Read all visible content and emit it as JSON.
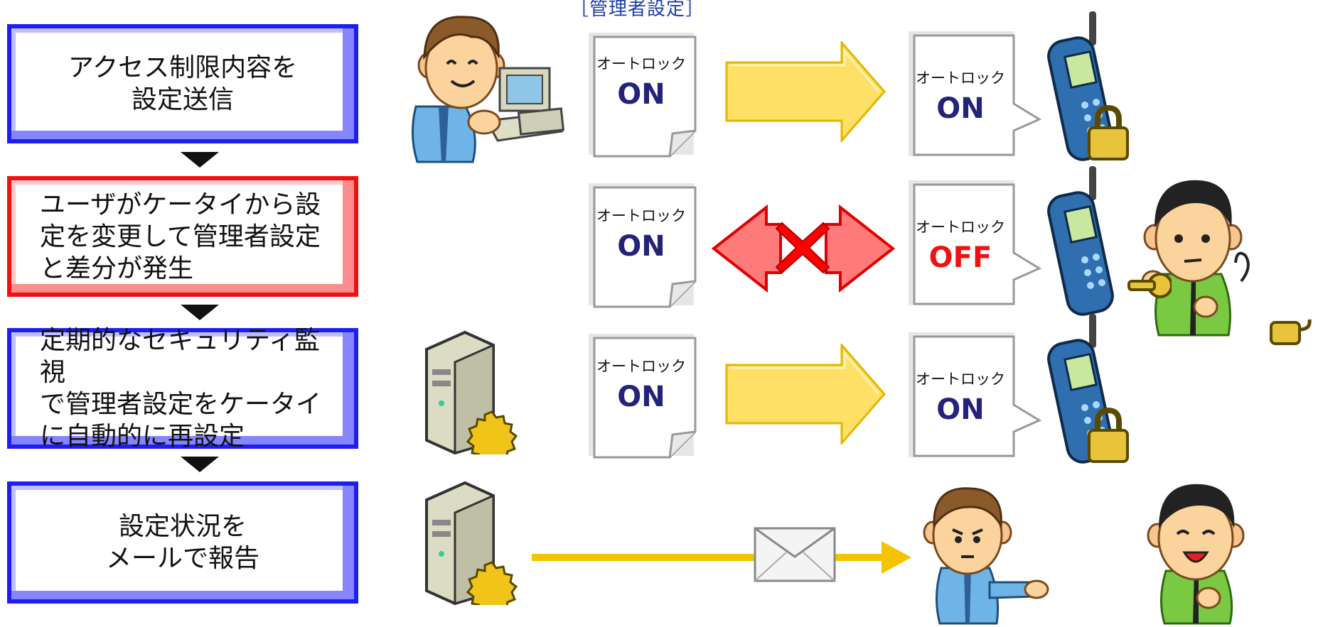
{
  "caption": "［管理者設定］",
  "steps": [
    {
      "text": "アクセス制限内容を\n設定送信"
    },
    {
      "text": "ユーザがケータイから設\n定を変更して管理者設定\nと差分が発生"
    },
    {
      "text": "定期的なセキュリティ監視\nで管理者設定をケータイ\nに自動的に再設定"
    },
    {
      "text": "設定状況を\nメールで報告"
    }
  ],
  "rows": [
    {
      "admin_label": "オートロック",
      "admin_value": "ON",
      "phone_label": "オートロック",
      "phone_value": "ON"
    },
    {
      "admin_label": "オートロック",
      "admin_value": "ON",
      "phone_label": "オートロック",
      "phone_value": "OFF"
    },
    {
      "admin_label": "オートロック",
      "admin_value": "ON",
      "phone_label": "オートロック",
      "phone_value": "ON"
    }
  ],
  "colors": {
    "flow_blue": "#1e1ef0",
    "flow_red": "#ee1111",
    "value_on": "#23237a",
    "value_off": "#ee1111",
    "arrow_yellow": "#ffe066",
    "arrow_red": "#ff7b7b",
    "mail_line": "#f5c400"
  },
  "icons": [
    "admin-person-computer-icon",
    "server-icon",
    "mobile-phone-icon",
    "padlock-icon",
    "user-person-key-icon",
    "key-icon",
    "open-padlock-icon",
    "envelope-icon",
    "pointing-person-icon",
    "happy-person-icon",
    "cross-mark-icon"
  ]
}
